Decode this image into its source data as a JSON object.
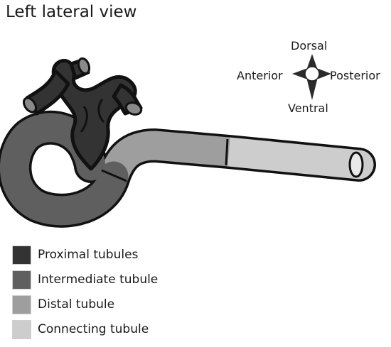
{
  "title": "Left lateral view",
  "compass": {
    "dorsal": "Dorsal",
    "anterior": "Anterior",
    "posterior": "Posterior",
    "ventral": "Ventral"
  },
  "legend": [
    {
      "label": "Proximal tubules",
      "color": "#333333"
    },
    {
      "label": "Intermediate tubule",
      "color": "#5f5f5f"
    },
    {
      "label": "Distal tubule",
      "color": "#9e9e9e"
    },
    {
      "label": "Connecting tubule",
      "color": "#cdcdcd"
    }
  ]
}
